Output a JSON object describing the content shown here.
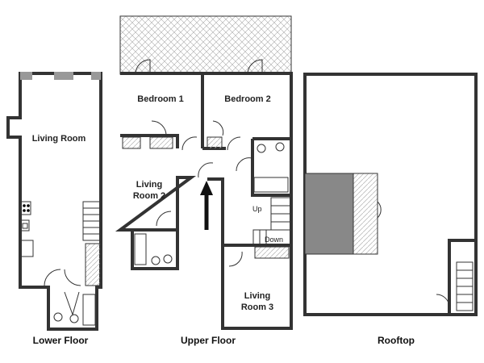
{
  "floors": {
    "lower": {
      "caption": "Lower Floor",
      "rooms": [
        "Living Room"
      ]
    },
    "upper": {
      "caption": "Upper Floor",
      "rooms": [
        "Bedroom 1",
        "Bedroom 2",
        "Living",
        "Room 2",
        "Living",
        "Room 3"
      ],
      "stairs_up": "Up",
      "stairs_down": "Down"
    },
    "rooftop": {
      "caption": "Rooftop"
    }
  },
  "colors": {
    "wall": "#333333",
    "fill_grey": "#888888",
    "hatch": "#cccccc"
  }
}
